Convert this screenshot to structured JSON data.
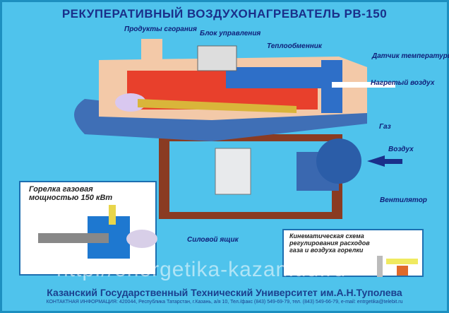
{
  "title": "РЕКУПЕРАТИВНЫЙ ВОЗДУХОНАГРЕВАТЕЛЬ РВ-150",
  "labels": {
    "products": "Продукты сгорания",
    "control": "Блок управления",
    "exchanger": "Теплообменник",
    "sensor": "Датчик температуры",
    "hot_air": "Нагретый воздух",
    "gas": "Газ",
    "air": "Воздух",
    "fan": "Вентилятор",
    "power_box": "Силовой ящик"
  },
  "burner_inset": {
    "title_line1": "Горелка газовая",
    "title_line2": "мощностью 150 кВт"
  },
  "kinematic_inset": {
    "title_line1": "Кинематическая схема",
    "title_line2": "регулирования расходов",
    "title_line3": "газа и воздуха горелки"
  },
  "watermark": "http://energetika-kazan.tiu.ru",
  "footer": {
    "university": "Казанский Государственный Технический Университет им.А.Н.Туполева",
    "contact": "КОНТАКТНАЯ ИНФОРМАЦИЯ: 420044, Республика Татарстан, г.Казань, а/я 10, Тел./факс (843) 549-69-79, тел. (843) 549-66-79, e-mail: entrgetika@telebit.ru"
  }
}
